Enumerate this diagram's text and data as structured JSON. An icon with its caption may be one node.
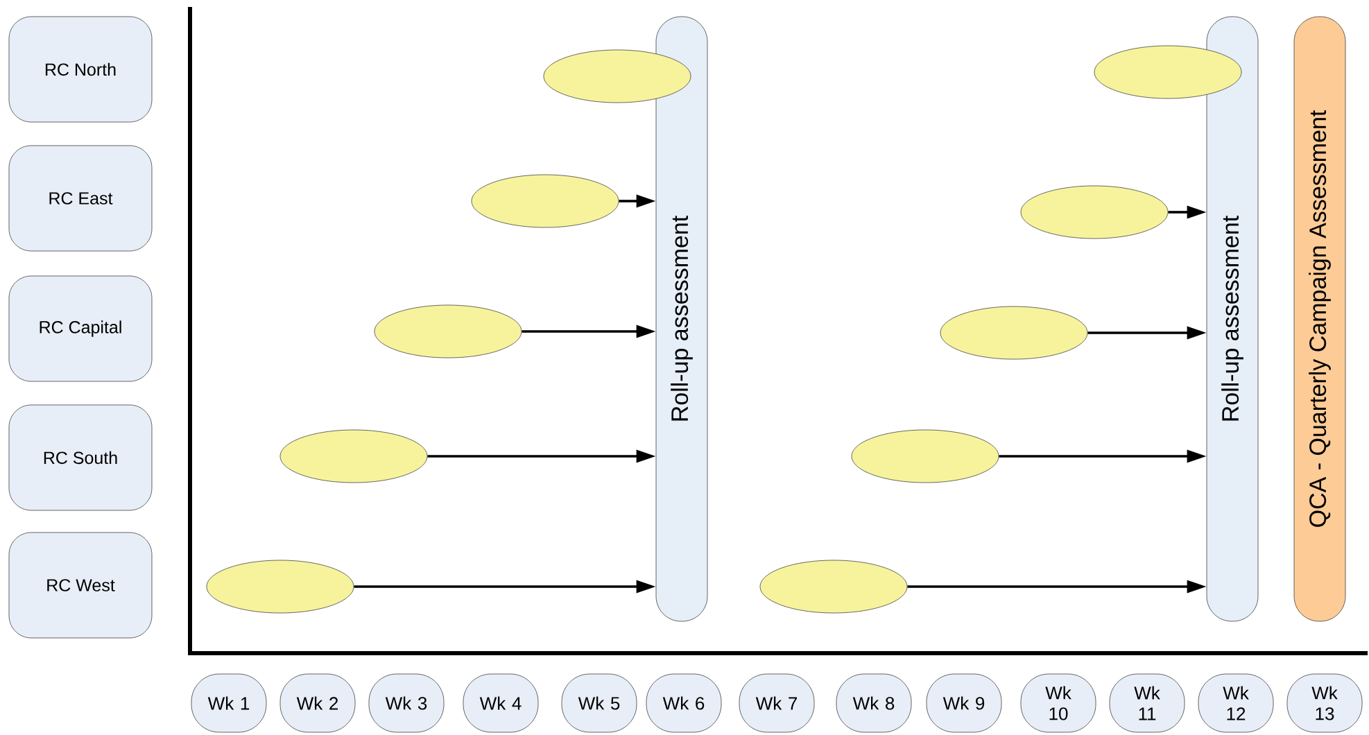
{
  "diagram": {
    "nodes": [
      {
        "text": [
          "RC North"
        ]
      },
      {
        "text": [
          "RC East"
        ]
      },
      {
        "text": [
          "RC Capital"
        ]
      },
      {
        "text": [
          "RC South"
        ]
      },
      {
        "text": [
          "RC West"
        ]
      },
      {
        "text": [
          "Roll-up assessment"
        ]
      },
      {
        "text": [
          "Roll-up assessment"
        ]
      },
      {
        "text": [
          "QCA - Quarterly Campaign Assessment"
        ]
      },
      {
        "text": [],
        "shape": "ellipse"
      },
      {
        "text": [],
        "shape": "ellipse"
      },
      {
        "text": [],
        "shape": "ellipse"
      },
      {
        "text": [],
        "shape": "ellipse"
      },
      {
        "text": [],
        "shape": "ellipse"
      },
      {
        "text": [],
        "shape": "ellipse"
      },
      {
        "text": [],
        "shape": "ellipse"
      },
      {
        "text": [],
        "shape": "ellipse"
      },
      {
        "text": [],
        "shape": "ellipse"
      },
      {
        "text": [],
        "shape": "ellipse"
      },
      {
        "text": [
          "Wk 1"
        ]
      },
      {
        "text": [
          "Wk 2"
        ]
      },
      {
        "text": [
          "Wk 3"
        ]
      },
      {
        "text": [
          "Wk 4"
        ]
      },
      {
        "text": [
          "Wk 5"
        ]
      },
      {
        "text": [
          "Wk 6"
        ]
      },
      {
        "text": [
          "Wk 7"
        ]
      },
      {
        "text": [
          "Wk 8"
        ]
      },
      {
        "text": [
          "Wk 9"
        ]
      },
      {
        "text": [
          "Wk 10"
        ]
      },
      {
        "text": [
          "Wk 11"
        ]
      },
      {
        "text": [
          "Wk 12"
        ]
      },
      {
        "text": [
          "Wk 13"
        ]
      }
    ],
    "edges": [
      {
        "from": 9,
        "to": 5,
        "arrow": "to"
      },
      {
        "from": 10,
        "to": 5,
        "arrow": "to"
      },
      {
        "from": 11,
        "to": 5,
        "arrow": "to"
      },
      {
        "from": 12,
        "to": 5,
        "arrow": "to"
      },
      {
        "from": 14,
        "to": 6,
        "arrow": "to"
      },
      {
        "from": 15,
        "to": 6,
        "arrow": "to"
      },
      {
        "from": 16,
        "to": 6,
        "arrow": "to"
      },
      {
        "from": 17,
        "to": 6,
        "arrow": "to"
      }
    ]
  }
}
